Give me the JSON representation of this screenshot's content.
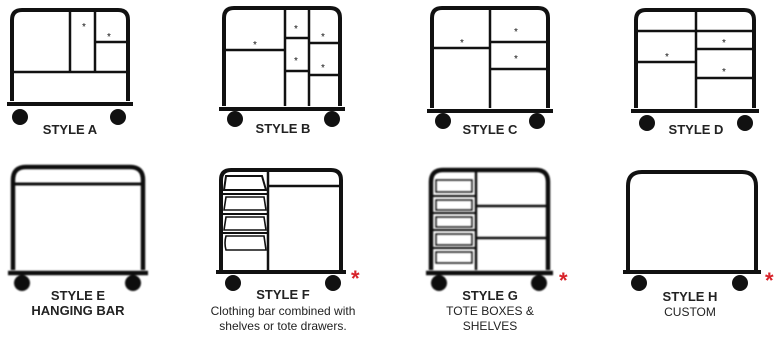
{
  "styles": [
    {
      "id": "a",
      "name": "STYLE A"
    },
    {
      "id": "b",
      "name": "STYLE B"
    },
    {
      "id": "c",
      "name": "STYLE C"
    },
    {
      "id": "d",
      "name": "STYLE D"
    },
    {
      "id": "e",
      "name": "STYLE E",
      "detail": "HANGING BAR"
    },
    {
      "id": "f",
      "name": "STYLE F",
      "detail_lines": [
        "Clothing bar combined with",
        "shelves or tote drawers."
      ]
    },
    {
      "id": "g",
      "name": "STYLE G",
      "detail_lines": [
        "TOTE BOXES &",
        "SHELVES"
      ]
    },
    {
      "id": "h",
      "name": "STYLE H",
      "detail": "CUSTOM"
    }
  ],
  "marker_symbol": "*",
  "colors": {
    "line": "#111111",
    "marker": "#d8232a",
    "text": "#222222"
  }
}
